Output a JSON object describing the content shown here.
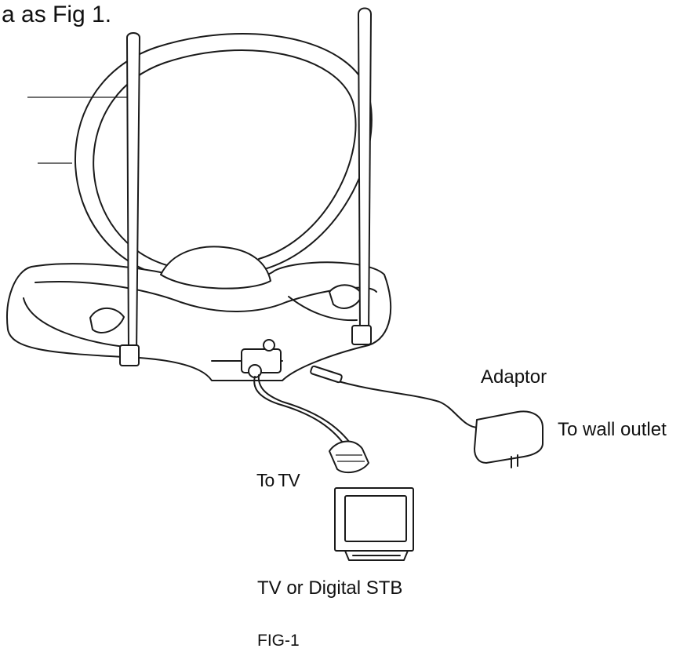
{
  "heading": "a as Fig 1.",
  "labels": {
    "adaptor": "Adaptor",
    "wall_outlet": "To wall outlet",
    "to_tv": "To TV",
    "tv_stb": "TV or Digital STB",
    "figure": "FIG-1"
  },
  "colors": {
    "ink": "#1a1a1a",
    "background": "#ffffff"
  },
  "icons": [
    "antenna-drawing",
    "power-adaptor-icon",
    "tv-monitor-icon",
    "coax-connector-icon"
  ]
}
